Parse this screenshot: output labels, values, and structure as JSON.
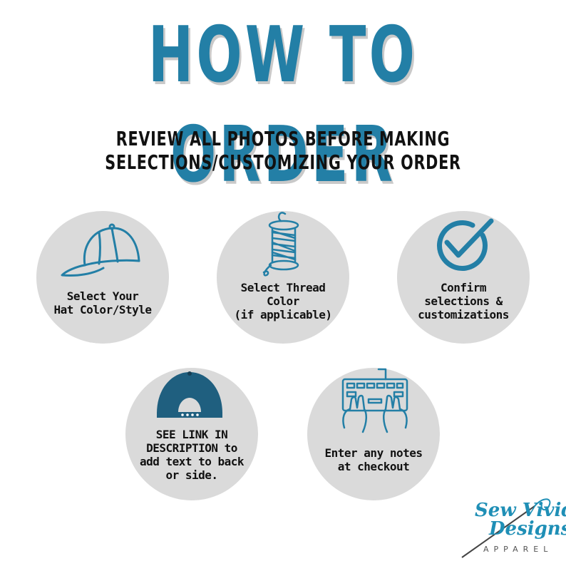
{
  "header": {
    "title": "HOW TO ORDER",
    "subtitle_line1": "REVIEW ALL PHOTOS BEFORE MAKING",
    "subtitle_line2": "SELECTIONS/CUSTOMIZING YOUR ORDER"
  },
  "steps": [
    {
      "icon": "baseball-cap-icon",
      "lines": [
        "Select Your",
        "Hat Color/Style"
      ]
    },
    {
      "icon": "thread-spool-icon",
      "lines": [
        "Select Thread",
        "Color",
        "(if applicable)"
      ]
    },
    {
      "icon": "check-circle-icon",
      "lines": [
        "Confirm",
        "selections &",
        "customizations"
      ]
    },
    {
      "icon": "cap-back-icon",
      "lines": [
        "SEE LINK IN",
        "DESCRIPTION to",
        "add text to back",
        "or side."
      ]
    },
    {
      "icon": "keyboard-typing-icon",
      "lines": [
        "Enter any notes",
        "at checkout"
      ]
    }
  ],
  "logo": {
    "line1": "Sew Vivid",
    "line2": "Designs",
    "line3": "APPAREL"
  },
  "colors": {
    "accent": "#237fa6",
    "circle": "#dadada",
    "text": "#111111"
  }
}
